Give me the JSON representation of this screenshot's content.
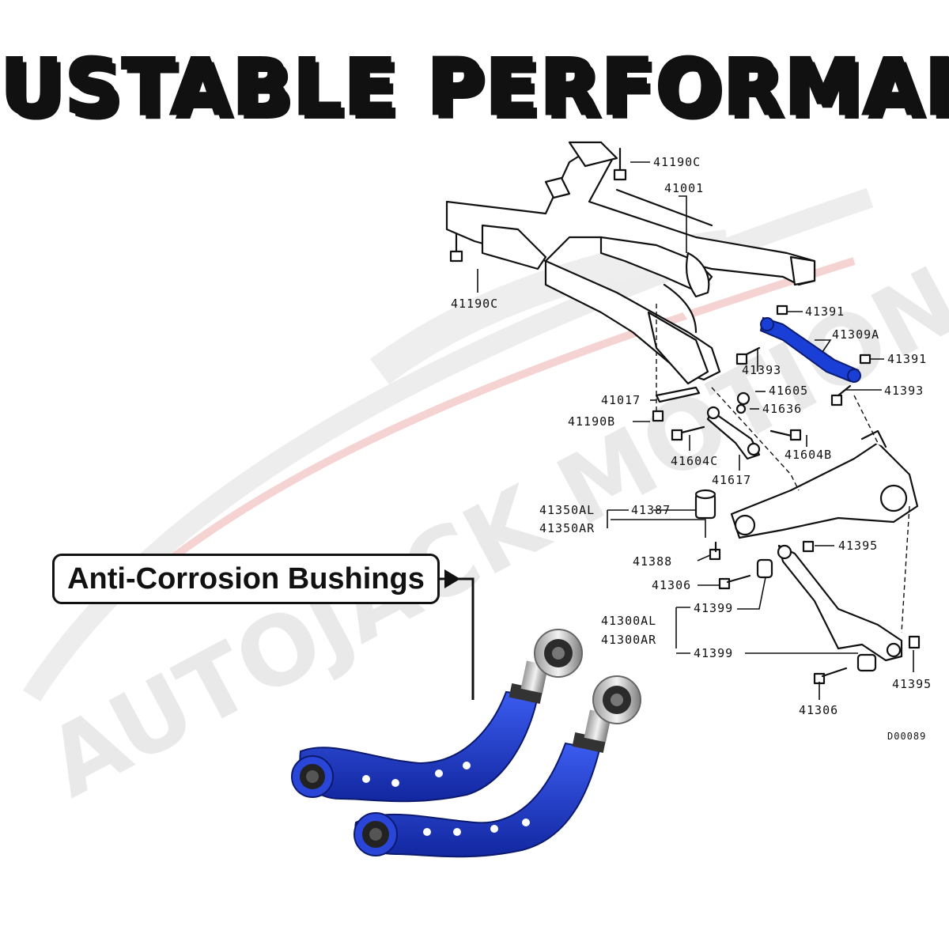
{
  "title": "ADJUSTABLE PERFORMANCE",
  "watermark": "AUTOJACK MOTION",
  "callout": "Anti-Corrosion Bushings",
  "diagram_code": "D00089",
  "part_labels": {
    "c41190_top": "41190C",
    "c41001": "41001",
    "c41190_left": "41190C",
    "c41391_a": "41391",
    "c41309a": "41309A",
    "c41391_b": "41391",
    "c41393_a": "41393",
    "c41393_b": "41393",
    "c41017": "41017",
    "c41605": "41605",
    "c41636": "41636",
    "c41190b": "41190B",
    "c41604c": "41604C",
    "c41604b": "41604B",
    "c41617": "41617",
    "c41350al": "41350AL",
    "c41350ar": "41350AR",
    "c41387": "41387",
    "c41388": "41388",
    "c41395_a": "41395",
    "c41306_a": "41306",
    "c41399_a": "41399",
    "c41300al": "41300AL",
    "c41300ar": "41300AR",
    "c41399_b": "41399",
    "c41395_b": "41395",
    "c41306_b": "41306"
  },
  "colors": {
    "highlight_part": "#1a3fd6",
    "arm_blue": "#1c3bc4",
    "watermark_red": "#f4c7c7",
    "watermark_gray": "#e6e6e6"
  }
}
